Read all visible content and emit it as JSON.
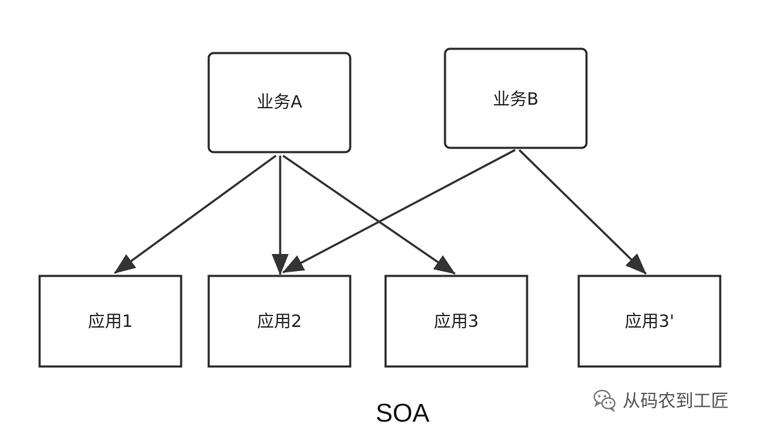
{
  "diagram": {
    "title": "SOA",
    "colors": {
      "stroke": "#2b2b2b",
      "edge": "#333333",
      "text": "#222222"
    },
    "nodes": {
      "biz_a": {
        "label": "业务A"
      },
      "biz_b": {
        "label": "业务B"
      },
      "app_1": {
        "label": "应用1"
      },
      "app_2": {
        "label": "应用2"
      },
      "app_3": {
        "label": "应用3"
      },
      "app_3p": {
        "label": "应用3'"
      }
    },
    "edges": [
      {
        "from": "biz_a",
        "to": "app_1"
      },
      {
        "from": "biz_a",
        "to": "app_2"
      },
      {
        "from": "biz_a",
        "to": "app_3"
      },
      {
        "from": "biz_b",
        "to": "app_2"
      },
      {
        "from": "biz_b",
        "to": "app_3p"
      }
    ]
  },
  "watermark": {
    "icon": "wechat-icon",
    "text": "从码农到工匠"
  }
}
